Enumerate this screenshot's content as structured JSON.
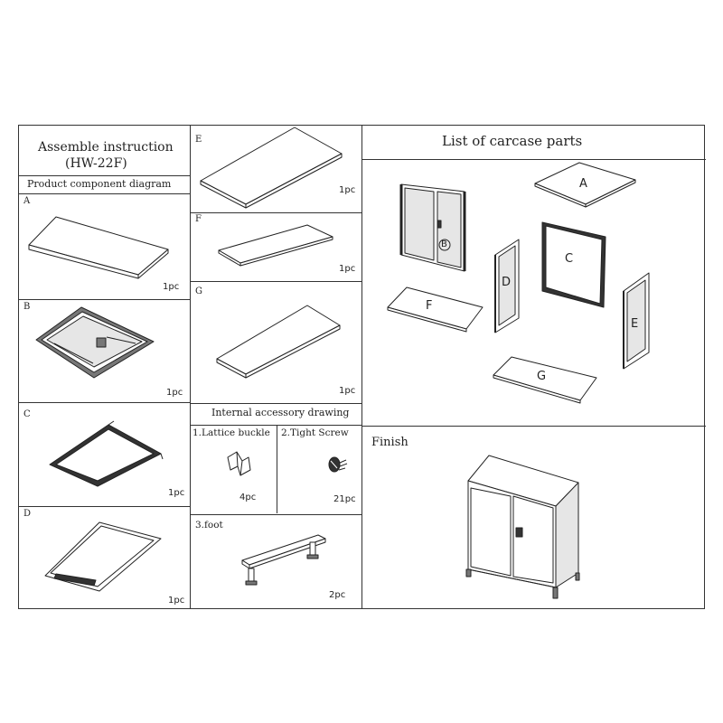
{
  "header": {
    "title_line1": "Assemble instruction",
    "title_line2": "(HW-22F)",
    "component_heading": "Product component diagram",
    "carcase_heading": "List of carcase parts",
    "accessory_heading": "Internal accessory drawing",
    "finish_heading": "Finish"
  },
  "parts": [
    {
      "letter": "A",
      "qty": "1pc"
    },
    {
      "letter": "B",
      "qty": "1pc"
    },
    {
      "letter": "C",
      "qty": "1pc"
    },
    {
      "letter": "D",
      "qty": "1pc"
    },
    {
      "letter": "E",
      "qty": "1pc"
    },
    {
      "letter": "F",
      "qty": "1pc"
    },
    {
      "letter": "G",
      "qty": "1pc"
    }
  ],
  "accessories": [
    {
      "label": "1.Lattice buckle",
      "qty": "4pc"
    },
    {
      "label": "2.Tight Screw",
      "qty": "21pc"
    },
    {
      "label": "3.foot",
      "qty": "2pc"
    }
  ],
  "carcase_labels": {
    "a": "A",
    "b": "B",
    "c": "C",
    "d": "D",
    "e": "E",
    "f": "F",
    "g": "G"
  }
}
